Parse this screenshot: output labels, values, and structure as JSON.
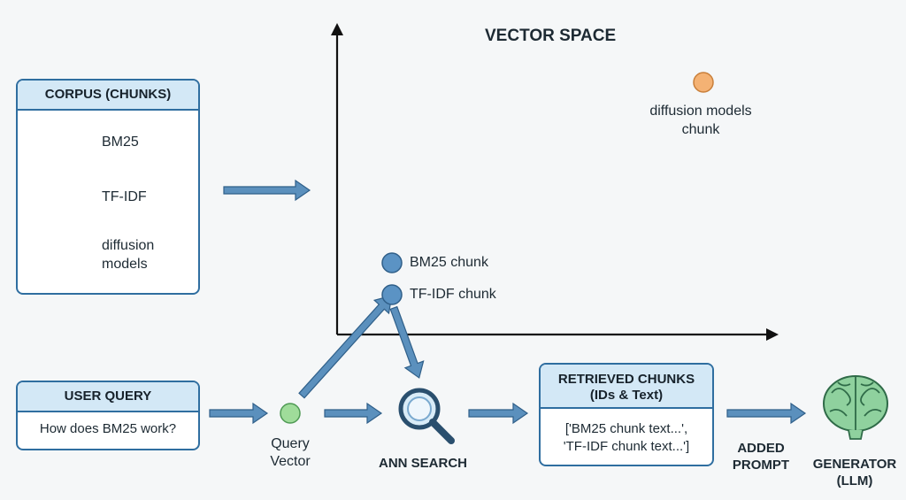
{
  "vector_space": {
    "title": "VECTOR SPACE",
    "outlier_label_line1": "diffusion models",
    "outlier_label_line2": "chunk",
    "bm25_point_label": "BM25 chunk",
    "tfidf_point_label": "TF-IDF chunk"
  },
  "corpus": {
    "title": "CORPUS (CHUNKS)",
    "items": [
      {
        "label": "BM25",
        "icon": "document-icon",
        "color": "#8fd19e"
      },
      {
        "label": "TF-IDF",
        "icon": "document-icon",
        "color": "#f3b27a"
      },
      {
        "label_line1": "diffusion",
        "label_line2": "models",
        "icon": "brain-icon",
        "color": "#f3b27a"
      }
    ]
  },
  "user_query": {
    "title": "USER QUERY",
    "text": "How does BM25 work?"
  },
  "query_vector": {
    "line1": "Query",
    "line2": "Vector"
  },
  "ann_search": {
    "label": "ANN SEARCH"
  },
  "retrieved": {
    "title_line1": "RETRIEVED CHUNKS",
    "title_line2": "(IDs & Text)",
    "text_line1": "['BM25 chunk text...',",
    "text_line2": "'TF-IDF chunk text...']"
  },
  "added_prompt": {
    "line1": "ADDED",
    "line2": "PROMPT"
  },
  "generator": {
    "line1": "GENERATOR",
    "line2": "(LLM)"
  },
  "colors": {
    "arrow": "#4f86b5",
    "point_blue": "#5b93c4",
    "point_orange": "#f4b274",
    "point_green": "#9fdc9a",
    "panel_border": "#2f6ea0",
    "panel_head": "#d3e8f6"
  }
}
